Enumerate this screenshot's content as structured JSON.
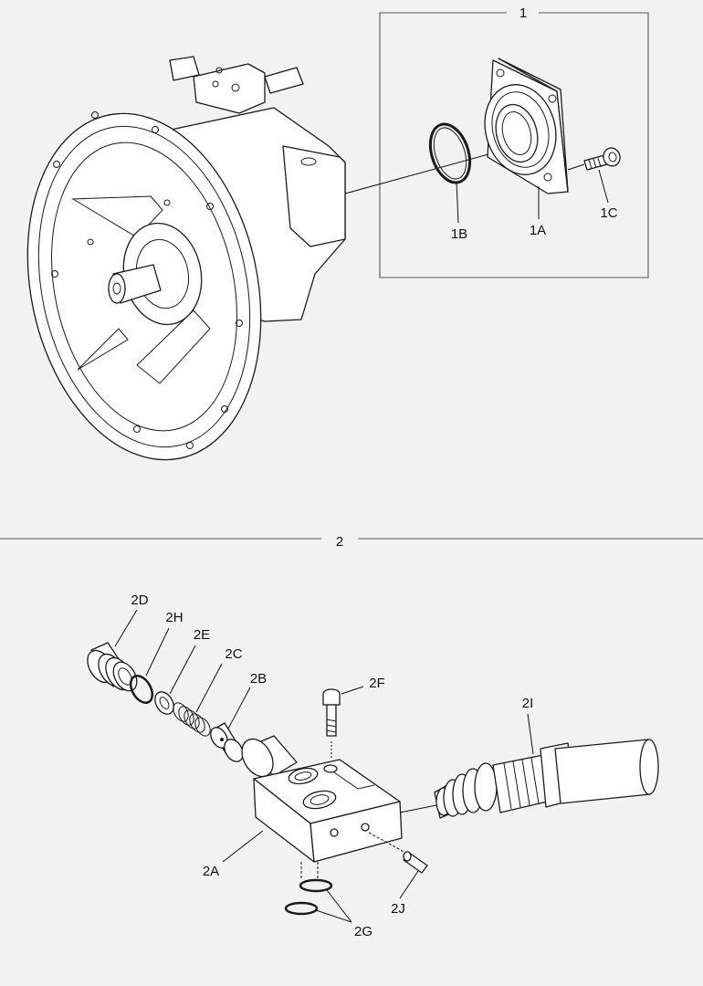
{
  "diagram": {
    "groups": [
      {
        "id": "1",
        "label": "1"
      },
      {
        "id": "2",
        "label": "2"
      }
    ],
    "parts": {
      "p1A": "1A",
      "p1B": "1B",
      "p1C": "1C",
      "p2A": "2A",
      "p2B": "2B",
      "p2C": "2C",
      "p2D": "2D",
      "p2E": "2E",
      "p2F": "2F",
      "p2G": "2G",
      "p2H": "2H",
      "p2I": "2I",
      "p2J": "2J"
    },
    "colors": {
      "background": "#f2f2f2",
      "line": "#1a1a1a",
      "frame": "#555555"
    }
  }
}
